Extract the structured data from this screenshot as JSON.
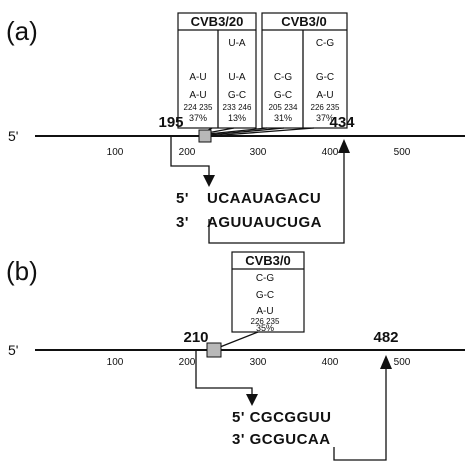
{
  "panel_a": {
    "label": "(a)",
    "end_label": "5'",
    "ticks": [
      "100",
      "200",
      "300",
      "400",
      "500"
    ],
    "site_left": "195",
    "site_right": "434",
    "box1": {
      "title": "CVB3/20",
      "col1": {
        "pairs": [
          "A-U",
          "A-U"
        ],
        "pos": "224 235",
        "pct": "37%"
      },
      "col2": {
        "pairs": [
          "U-A",
          "U-A",
          "G-C"
        ],
        "pos": "233 246",
        "pct": "13%"
      }
    },
    "box2": {
      "title": "CVB3/0",
      "col1": {
        "pairs": [
          "C-G",
          "G-C"
        ],
        "pos": "205 234",
        "pct": "31%"
      },
      "col2": {
        "pairs": [
          "C-G",
          "G-C",
          "A-U"
        ],
        "pos": "226 235",
        "pct": "37%"
      }
    },
    "seq5_label": "5'",
    "seq5": "UCAAUAGACU",
    "seq3_label": "3'",
    "seq3": "AGUUAUCUGA"
  },
  "panel_b": {
    "label": "(b)",
    "end_label": "5'",
    "ticks": [
      "100",
      "200",
      "300",
      "400",
      "500"
    ],
    "site_left": "210",
    "site_right": "482",
    "box": {
      "title": "CVB3/0",
      "pairs": [
        "C-G",
        "G-C",
        "A-U"
      ],
      "pos": "226 235",
      "pct": "35%"
    },
    "seq5": "5' CGCGGUU",
    "seq3": "3' GCGUCAA"
  }
}
